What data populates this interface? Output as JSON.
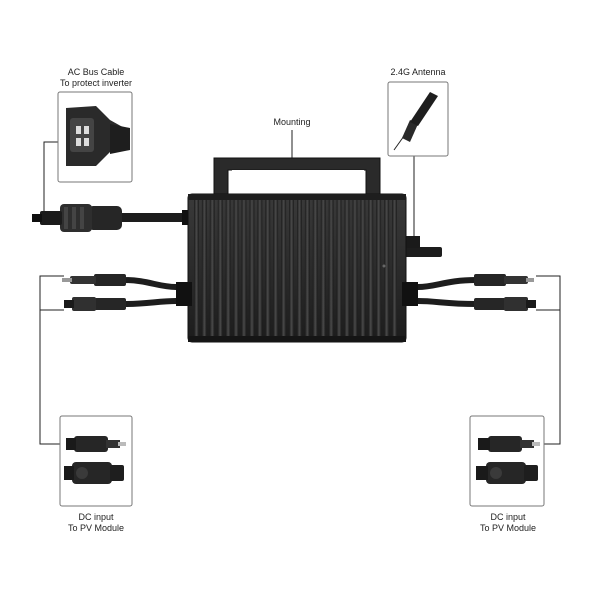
{
  "labels": {
    "ac_cable": {
      "line1": "AC Bus Cable",
      "line2": "To protect inverter"
    },
    "antenna": {
      "line1": "2.4G Antenna"
    },
    "mounting": {
      "line1": "Mounting"
    },
    "dc_left": {
      "line1": "DC input",
      "line2": "To PV Module"
    },
    "dc_right": {
      "line1": "DC input",
      "line2": "To PV Module"
    }
  },
  "colors": {
    "body": "#2b2b2b",
    "body_dark": "#161616",
    "fin": "#3c3c3c",
    "cable": "#1d1d1d",
    "leader": "#222222",
    "callout_border": "#777777"
  }
}
